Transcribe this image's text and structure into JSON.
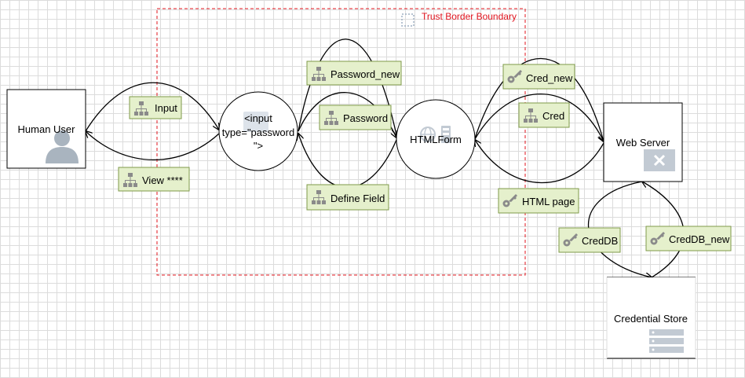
{
  "boundary": {
    "label": "Trust Border Boundary",
    "color": "#e0141e"
  },
  "nodes": {
    "human_user": {
      "label": "Human User"
    },
    "input_field": {
      "line1": "<input",
      "line2": "type=\"password",
      "line3": "\">"
    },
    "html_form": {
      "label": "HTMLForm"
    },
    "web_server": {
      "label": "Web Server"
    },
    "credential_store": {
      "label": "Credential Store"
    }
  },
  "flows": {
    "input": "Input",
    "view": "View ****",
    "password_new": "Password_new",
    "password": "Password",
    "define_field": "Define Field",
    "cred_new": "Cred_new",
    "cred": "Cred",
    "html_page": "HTML page",
    "creddb": "CredDB",
    "creddb_new": "CredDB_new"
  },
  "colors": {
    "flow_label_bg": "#e5f0cc",
    "flow_label_border": "#7f9a4a",
    "icon_gray": "#a9b4bf"
  }
}
